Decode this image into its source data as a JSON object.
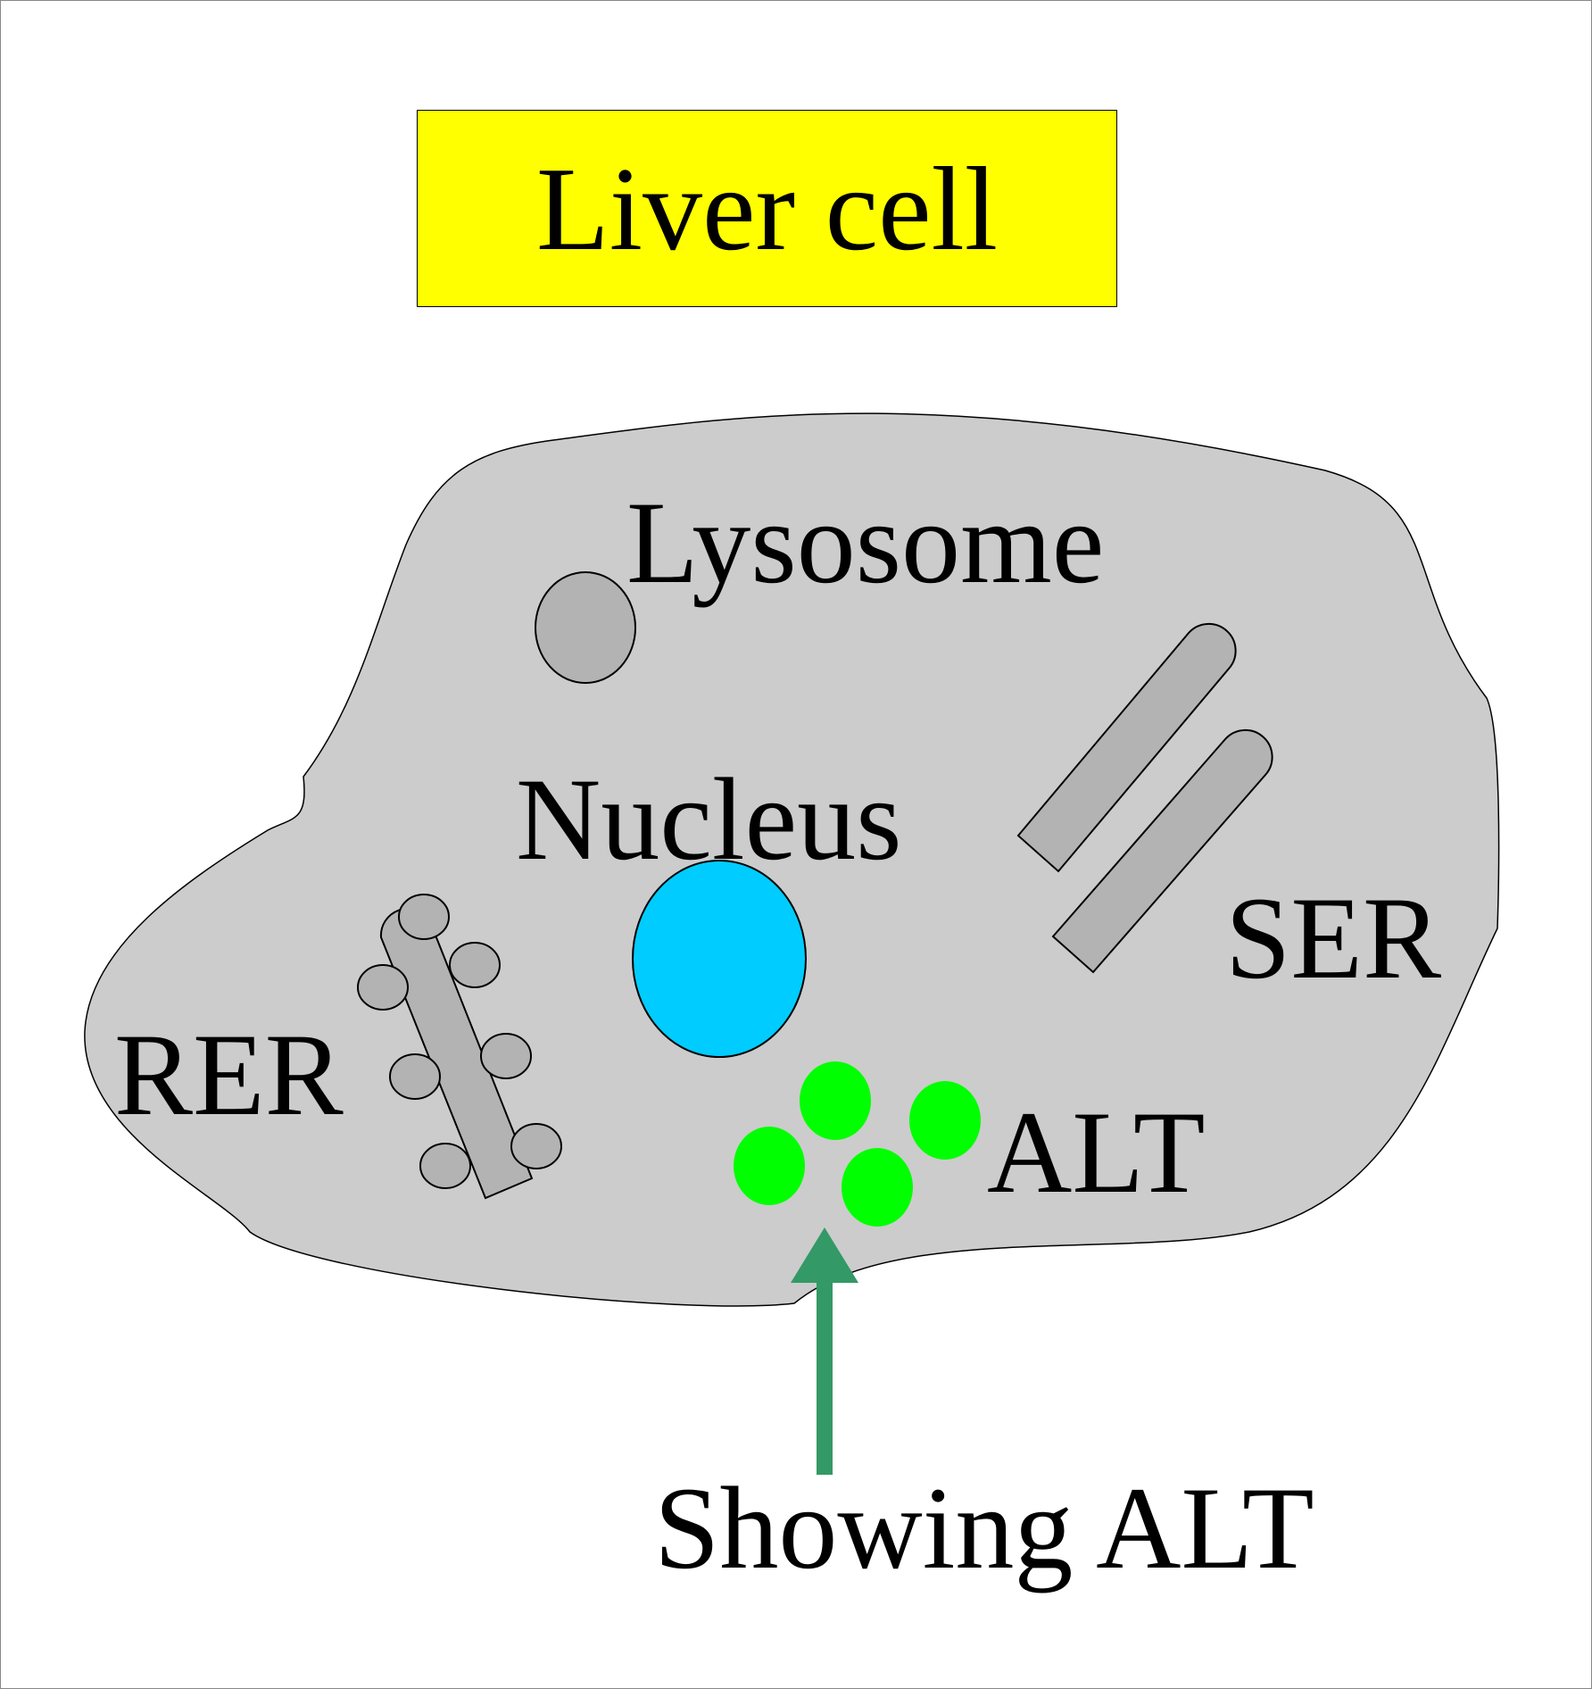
{
  "title": "Liver cell",
  "labels": {
    "lysosome": "Lysosome",
    "nucleus": "Nucleus",
    "ser": "SER",
    "rer": "RER",
    "alt": "ALT",
    "caption": "Showing ALT"
  },
  "colors": {
    "title_bg": "#ffff00",
    "cell_fill": "#cccccc",
    "organelle_fill": "#b3b3b3",
    "nucleus_fill": "#00ccff",
    "alt_fill": "#00ff00",
    "arrow": "#339966",
    "outline": "#000000"
  }
}
